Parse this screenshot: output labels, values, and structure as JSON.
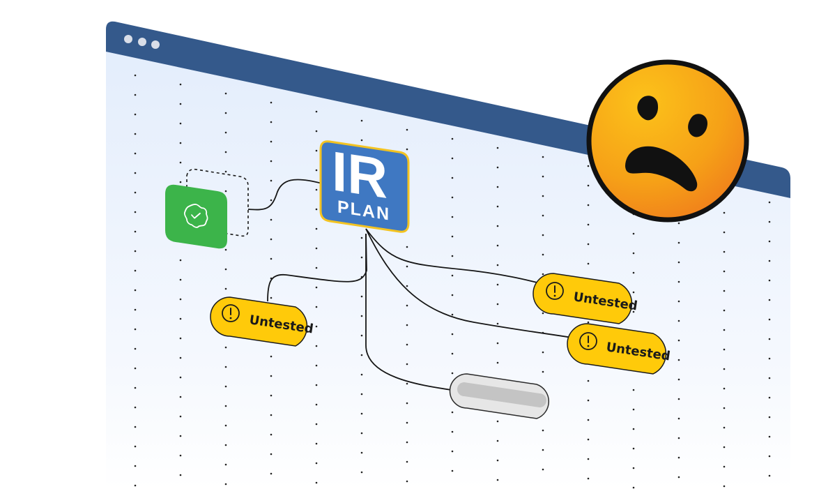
{
  "logo": {
    "line1": "IR",
    "line2": "PLAN"
  },
  "status_pills": [
    {
      "label": "Untested"
    },
    {
      "label": "Untested"
    },
    {
      "label": "Untested"
    }
  ],
  "icons": {
    "window_dots": "window-control-dots",
    "verified": "badge-check-icon",
    "warning": "exclamation-circle-icon",
    "face": "sad-face-emoji"
  },
  "colors": {
    "window_bar": "#34598b",
    "canvas_top": "#e3edfc",
    "verified_green": "#3cb44a",
    "logo_blue": "#3f78c2",
    "logo_border": "#f3c321",
    "pill_yellow": "#ffca0a",
    "placeholder_gray": "#cfcfcf",
    "emoji_orange": "#f6a117"
  }
}
